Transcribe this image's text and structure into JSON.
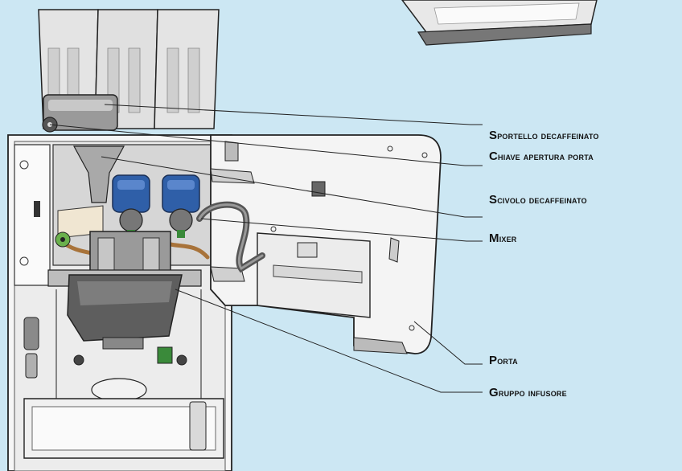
{
  "callouts": [
    {
      "id": "sportello",
      "first": "S",
      "rest": "portello decaffeinato"
    },
    {
      "id": "chiave",
      "first": "C",
      "rest": "hiave apertura porta"
    },
    {
      "id": "scivolo",
      "first": "S",
      "rest": "civolo decaffeinato"
    },
    {
      "id": "mixer",
      "first": "M",
      "rest": "ixer"
    },
    {
      "id": "porta",
      "first": "P",
      "rest": "orta"
    },
    {
      "id": "gruppo",
      "first": "G",
      "rest": "ruppo infusore"
    }
  ],
  "colors": {
    "background": "#cce7f3",
    "canister": "#e4e4e4",
    "door": "#f4f4f4",
    "blue_motor": "#2f5fa8",
    "brown_tube": "#a8733a",
    "dark_gray": "#555555",
    "green": "#3a8a3a"
  }
}
